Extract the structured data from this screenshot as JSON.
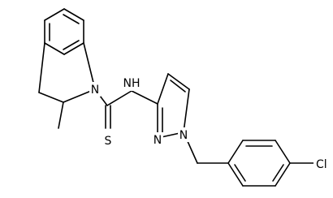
{
  "atoms": {
    "n_indoline": "N",
    "n_amide": "NH",
    "sulfur": "S",
    "n_pyrazole_2": "N",
    "n_pyrazole_1": "N",
    "chlorine": "Cl"
  }
}
